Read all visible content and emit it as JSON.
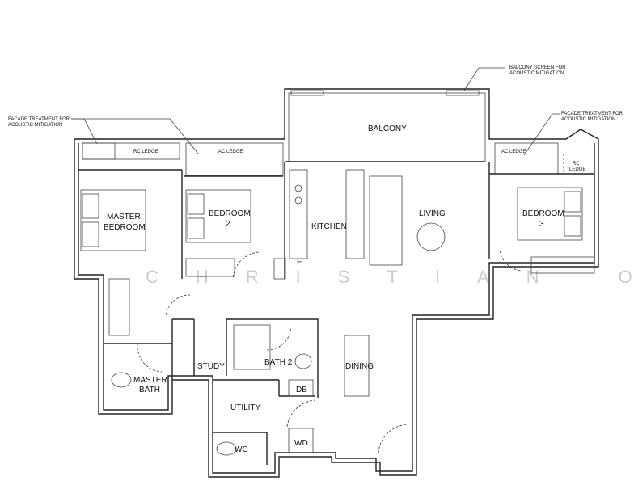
{
  "rooms": {
    "balcony": "BALCONY",
    "master_bedroom_1": "MASTER",
    "master_bedroom_2": "BEDROOM",
    "bedroom2_1": "BEDROOM",
    "bedroom2_2": "2",
    "kitchen": "KITCHEN",
    "fridge": "F",
    "living": "LIVING",
    "bedroom3_1": "BEDROOM",
    "bedroom3_2": "3",
    "study": "STUDY",
    "bath2": "BATH 2",
    "dining": "DINING",
    "master_bath_1": "MASTER",
    "master_bath_2": "BATH",
    "utility": "UTILITY",
    "db": "DB",
    "wc": "WC",
    "wd": "WD",
    "rc_ledge_left": "RC LEDGE",
    "ac_ledge_left": "AC LEDGE",
    "ac_ledge_right": "AC LEDGE",
    "rc_ledge_right_1": "RC",
    "rc_ledge_right_2": "LEDGE"
  },
  "annotations": {
    "balcony_screen_1": "BALCONY SCREEN FOR",
    "balcony_screen_2": "ACOUSTIC MITIGATION",
    "facade_left_1": "FACADE TREATMENT FOR",
    "facade_left_2": "ACOUSTIC MITIGATION",
    "facade_right_1": "FACADE TREATMENT FOR",
    "facade_right_2": "ACOUSTIC MITIGATION"
  },
  "watermark": "CHRISTIAN OH"
}
